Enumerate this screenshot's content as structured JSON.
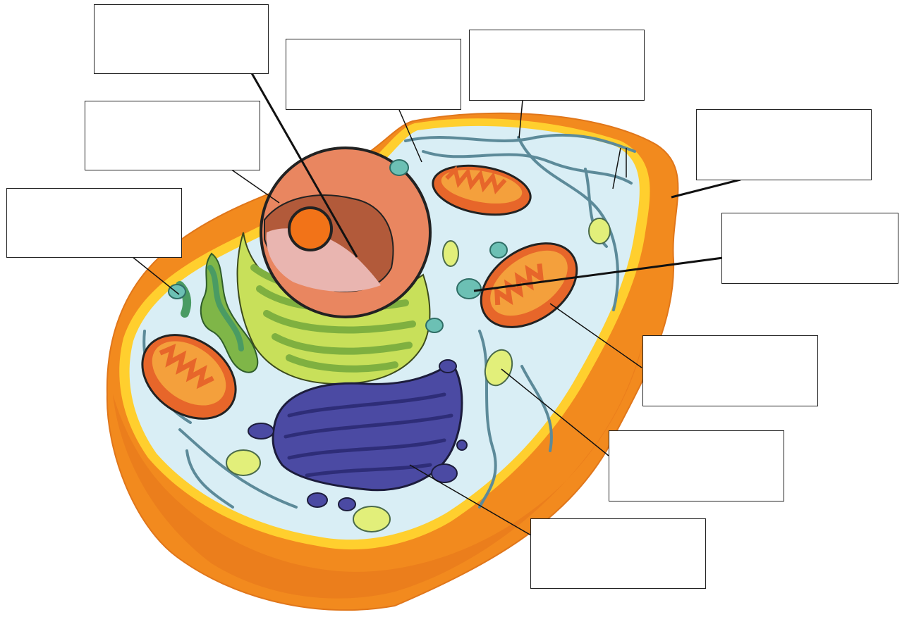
{
  "diagram": {
    "subject": "animal cell",
    "colors": {
      "membrane_outer": "#f28a1e",
      "membrane_inner": "#ffcf2e",
      "cytoplasm": "#d9eef5",
      "nucleus": "#e98660",
      "nucleolus": "#f27318",
      "rough_er": "#9ac93a",
      "golgi": "#4b4aa3",
      "mitochondria": "#e7662a",
      "smooth_er": "#4a9b63",
      "vacuole": "#e2ef7a",
      "vesicle": "#6cc0b4",
      "cytoskeleton": "#5c8a99"
    },
    "labels": [
      {
        "id": "label-1",
        "text": ""
      },
      {
        "id": "label-2",
        "text": ""
      },
      {
        "id": "label-3",
        "text": ""
      },
      {
        "id": "label-4",
        "text": ""
      },
      {
        "id": "label-5",
        "text": ""
      },
      {
        "id": "label-6",
        "text": ""
      },
      {
        "id": "label-7",
        "text": ""
      },
      {
        "id": "label-8",
        "text": ""
      },
      {
        "id": "label-9",
        "text": ""
      },
      {
        "id": "label-10",
        "text": ""
      },
      {
        "id": "label-11",
        "text": ""
      }
    ]
  }
}
